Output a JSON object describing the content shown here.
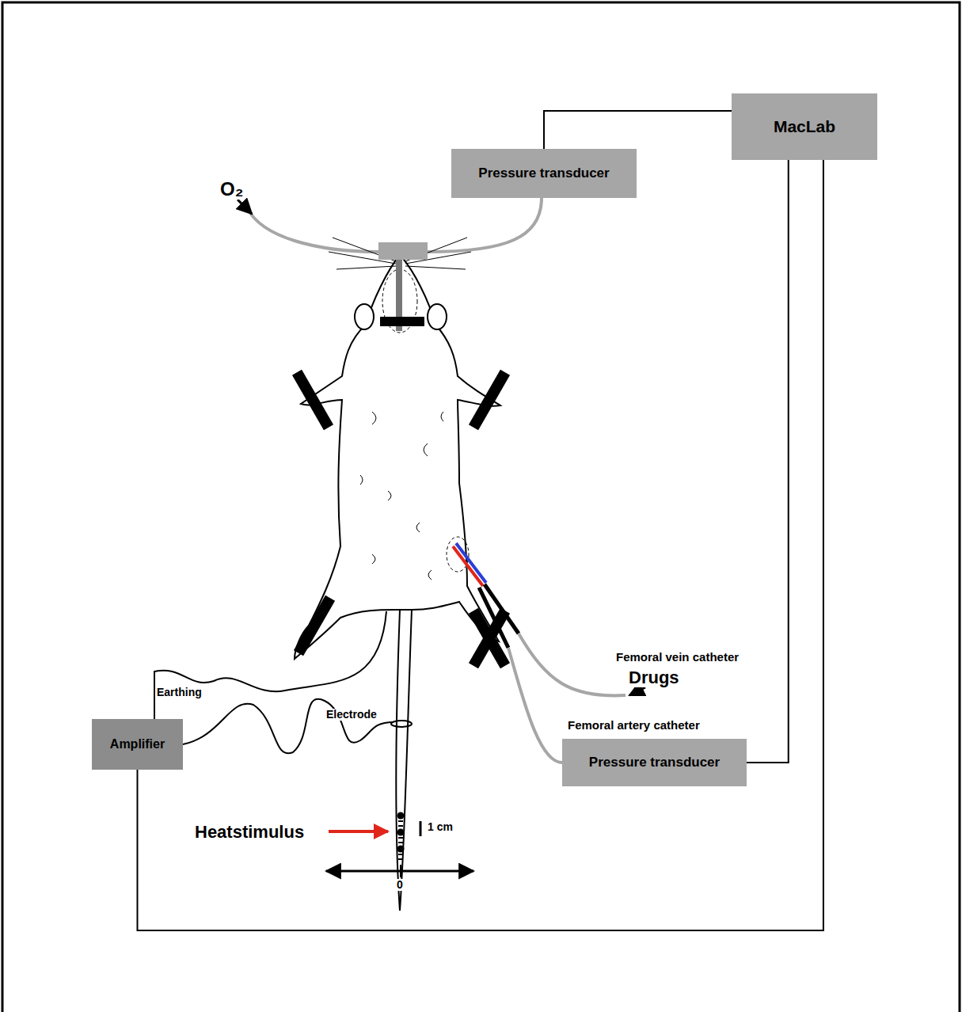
{
  "diagram": {
    "nodes": [
      {
        "text": [
          "MacLab"
        ]
      },
      {
        "text": [
          "Pressure transducer"
        ]
      },
      {
        "text": [
          "Amplifier"
        ]
      },
      {
        "text": [
          "Pressure transducer"
        ]
      }
    ],
    "edges": [
      {
        "from": 1,
        "to": 0,
        "arrow": "none"
      },
      {
        "from": 0,
        "to": 3,
        "arrow": "none"
      },
      {
        "from": 0,
        "to": 2,
        "arrow": "none"
      }
    ],
    "labels": [
      "O₂",
      "Earthing",
      "Electrode",
      "Femoral vein catheter",
      "Drugs",
      "Femoral artery catheter",
      "Heatstimulus",
      "1 cm",
      "0"
    ]
  }
}
